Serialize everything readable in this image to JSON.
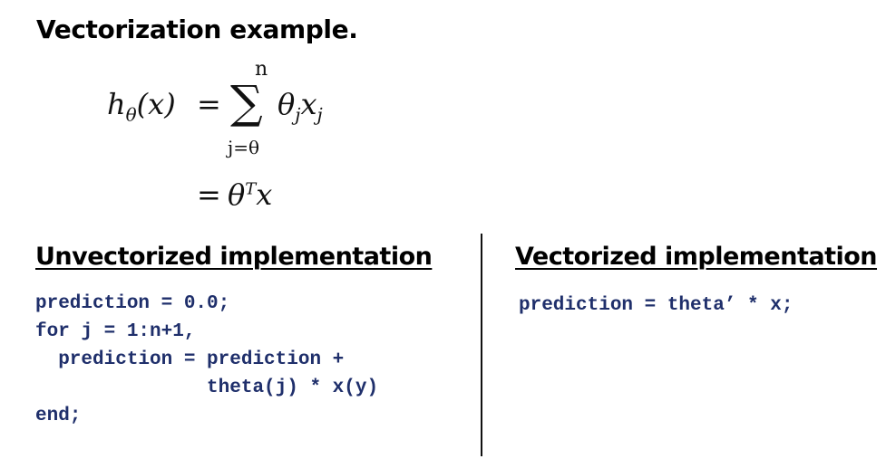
{
  "title": "Vectorization example.",
  "equation": {
    "lhs_h": "h",
    "lhs_sub": "θ",
    "lhs_arg": "(x)",
    "eq": "=",
    "sigma": "∑",
    "upper": "n",
    "lower": "j=θ",
    "sum_theta": "θ",
    "sum_theta_sub": "j",
    "sum_x": "x",
    "sum_x_sub": "j",
    "line2_theta": "θ",
    "line2_sup": "T",
    "line2_x": "x"
  },
  "unvectorized": {
    "heading": "Unvectorized implementation",
    "code_lines": [
      "prediction = 0.0;",
      "for j = 1:n+1,",
      "  prediction = prediction +",
      "               theta(j) * x(y)",
      "end;"
    ]
  },
  "vectorized": {
    "heading": "Vectorized implementation",
    "code_lines": [
      "prediction = theta’ * x;"
    ]
  },
  "colors": {
    "code": "#1f2f6b",
    "text": "#000000",
    "background": "#ffffff"
  }
}
